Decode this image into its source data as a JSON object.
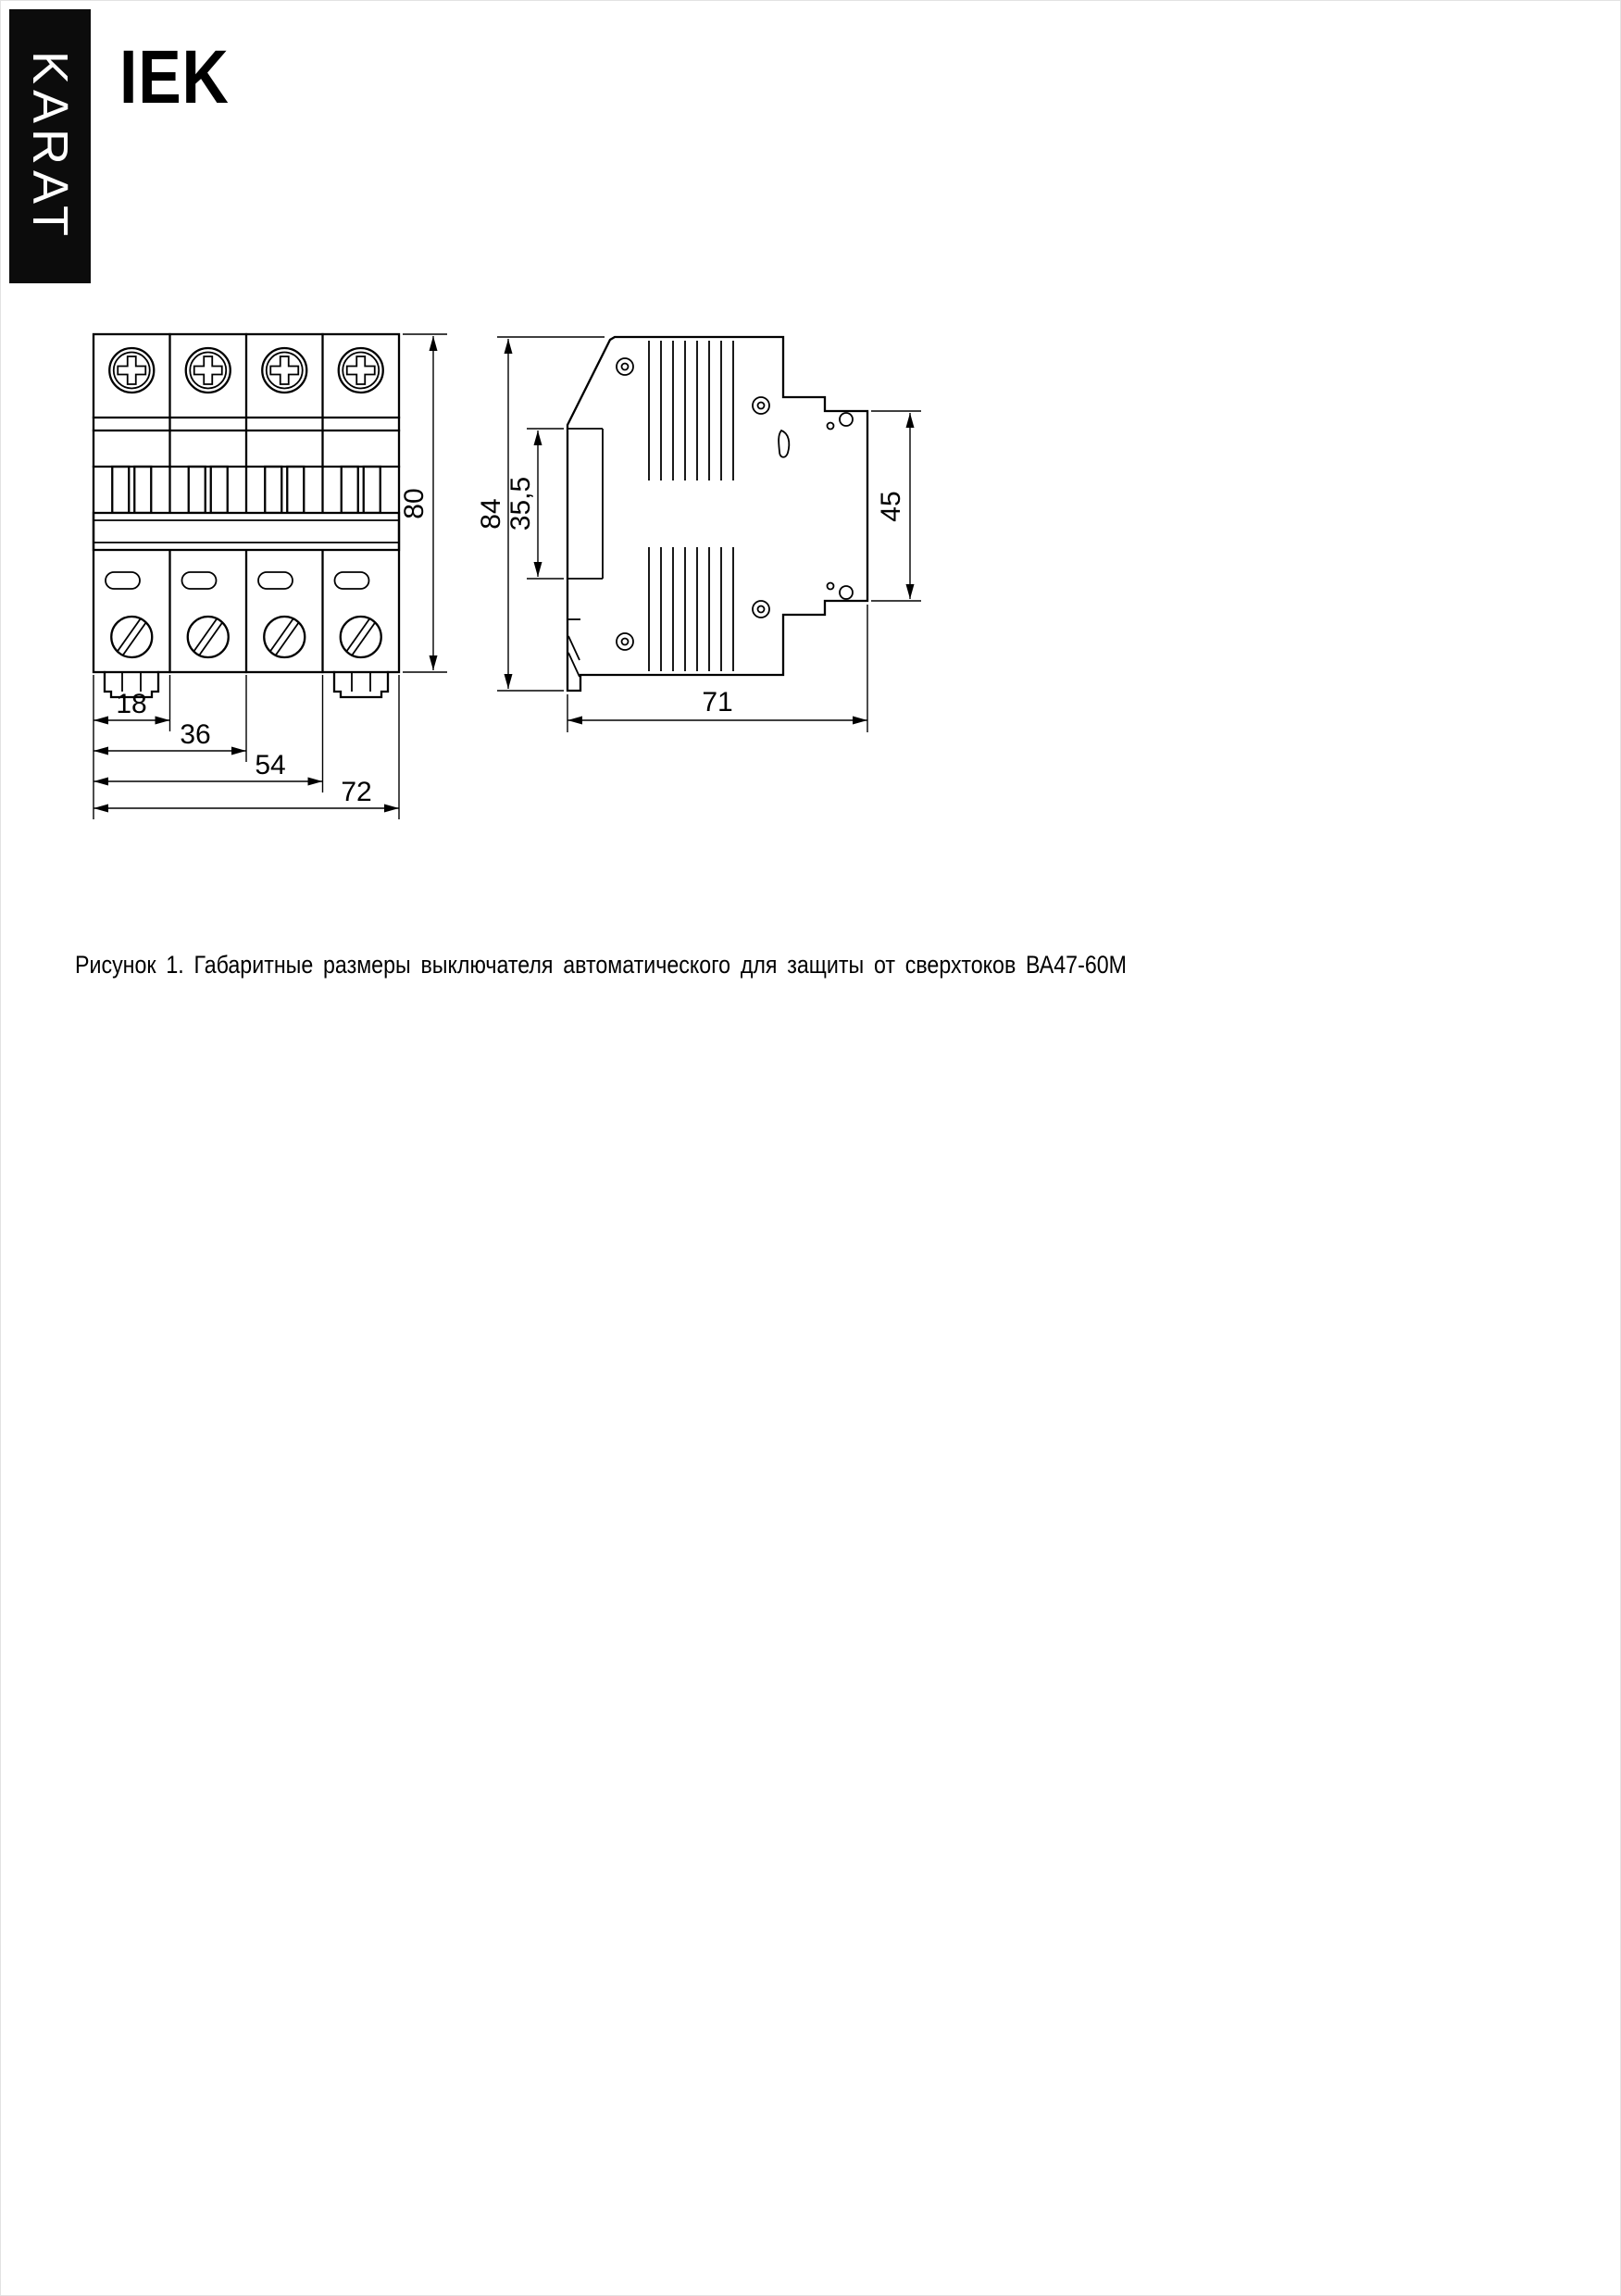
{
  "page": {
    "side_brand": "KARAT",
    "logo_text": "IEK",
    "caption": "Рисунок 1. Габаритные размеры выключателя автоматического для защиты от сверхтоков ВА47-60М"
  },
  "colors": {
    "ink": "#000000",
    "banner_bg": "#0c0c0c",
    "paper": "#ffffff"
  },
  "front_view": {
    "dim_height": "80",
    "dim_18": "18",
    "dim_36": "36",
    "dim_54": "54",
    "dim_72": "72"
  },
  "side_view": {
    "dim_84": "84",
    "dim_35_5": "35,5",
    "dim_45": "45",
    "dim_71": "71"
  }
}
